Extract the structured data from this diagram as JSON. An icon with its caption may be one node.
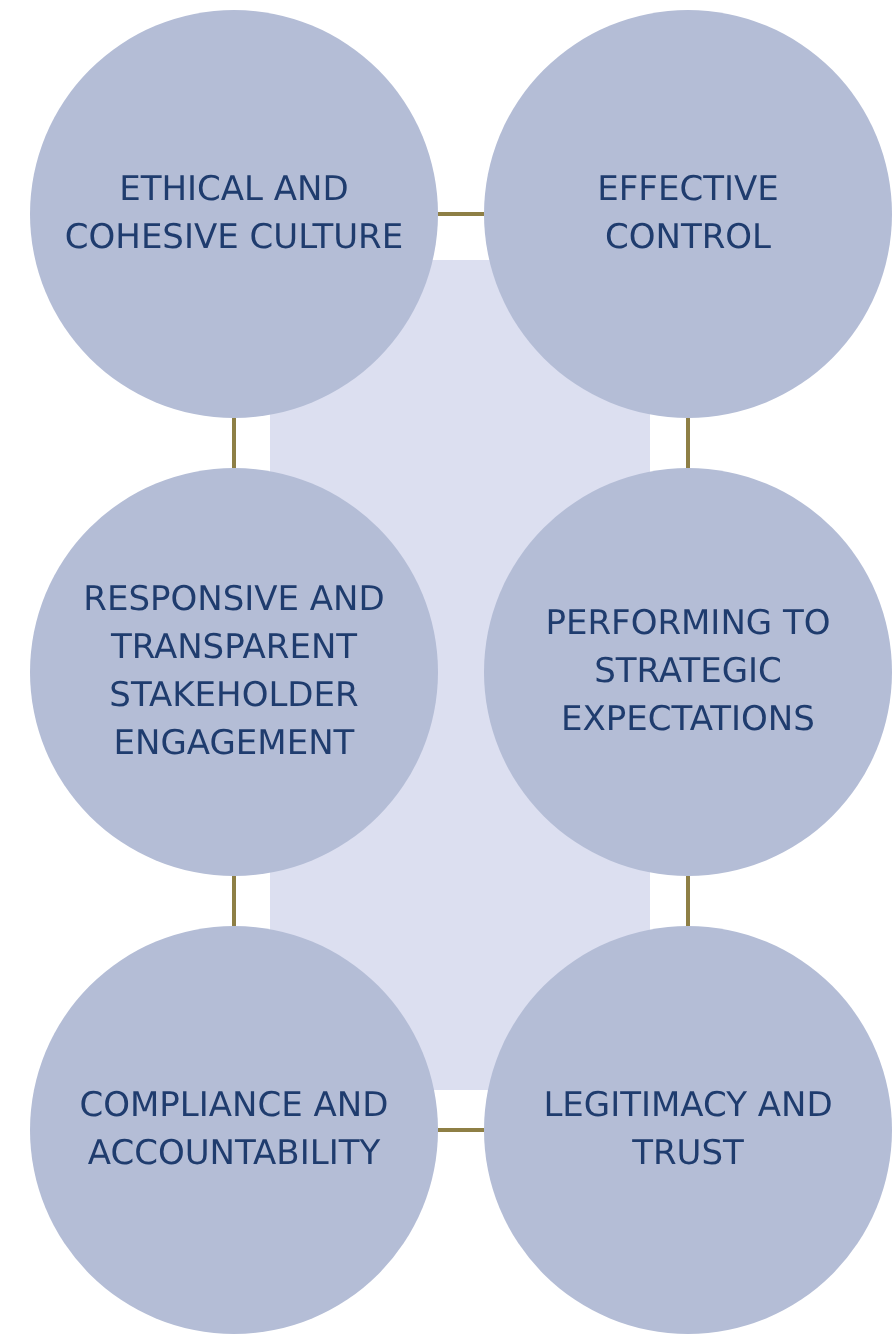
{
  "diagram": {
    "nodes": [
      {
        "text": [
          "ETHICAL AND COHESIVE CULTURE"
        ]
      },
      {
        "text": [
          "EFFECTIVE CONTROL"
        ]
      },
      {
        "text": [
          "RESPONSIVE AND TRANSPARENT STAKEHOLDER ENGAGEMENT"
        ]
      },
      {
        "text": [
          "PERFORMING TO STRATEGIC EXPECTATIONS"
        ]
      },
      {
        "text": [
          "COMPLIANCE AND ACCOUNTABILITY"
        ]
      },
      {
        "text": [
          "LEGITIMACY AND TRUST"
        ]
      }
    ],
    "edges": [
      {
        "from": 0,
        "to": 1,
        "arrow": "none"
      },
      {
        "from": 0,
        "to": 2,
        "arrow": "none"
      },
      {
        "from": 1,
        "to": 3,
        "arrow": "none"
      },
      {
        "from": 2,
        "to": 4,
        "arrow": "none"
      },
      {
        "from": 3,
        "to": 5,
        "arrow": "none"
      },
      {
        "from": 4,
        "to": 5,
        "arrow": "none"
      }
    ]
  }
}
